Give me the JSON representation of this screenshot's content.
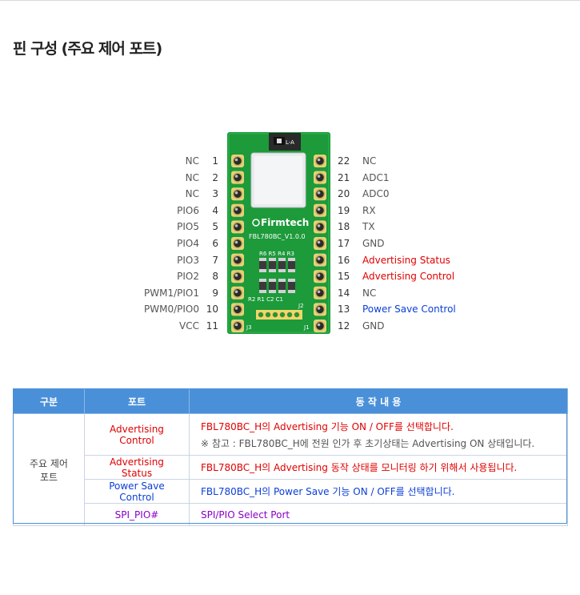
{
  "title": "핀 구성 (주요 제어 포트)",
  "pins_left": [
    {
      "name": "NC",
      "num": "1"
    },
    {
      "name": "NC",
      "num": "2"
    },
    {
      "name": "NC",
      "num": "3"
    },
    {
      "name": "PIO6",
      "num": "4"
    },
    {
      "name": "PIO5",
      "num": "5"
    },
    {
      "name": "PIO4",
      "num": "6"
    },
    {
      "name": "PIO3",
      "num": "7"
    },
    {
      "name": "PIO2",
      "num": "8"
    },
    {
      "name": "PWM1/PIO1",
      "num": "9"
    },
    {
      "name": "PWM0/PIO0",
      "num": "10"
    },
    {
      "name": "VCC",
      "num": "11"
    }
  ],
  "pins_right": [
    {
      "num": "22",
      "name": "NC"
    },
    {
      "num": "21",
      "name": "ADC1"
    },
    {
      "num": "20",
      "name": "ADC0"
    },
    {
      "num": "19",
      "name": "RX"
    },
    {
      "num": "18",
      "name": "TX"
    },
    {
      "num": "17",
      "name": "GND"
    },
    {
      "num": "16",
      "name": "Advertising Status"
    },
    {
      "num": "15",
      "name": "Advertising Control"
    },
    {
      "num": "14",
      "name": "NC"
    },
    {
      "num": "13",
      "name": "Power Save Control"
    },
    {
      "num": "12",
      "name": "GND"
    }
  ],
  "board": {
    "brand": "Firmtech",
    "model": "FBL780BC_V1.0.0",
    "label_la": "L-A",
    "resistors_top": "R6 R5 R4 R3",
    "resistors_bottom": "R2 R1 C2 C1",
    "j1": "J1",
    "j2": "J2",
    "j3": "J3"
  },
  "colors": {
    "red": "#e00000",
    "blue": "#0b3fd6",
    "purple": "#8a00c8",
    "header": "#4a90d9",
    "board": "#1d9a3a"
  },
  "table": {
    "headers": [
      "구분",
      "포트",
      "동 작 내 용"
    ],
    "group_label": "주요 제어 포트",
    "rows": [
      {
        "port": "Advertising Control",
        "desc": "FBL780BC_H의 Advertising 기능 ON / OFF를 선택합니다.",
        "note": "※ 참고 : FBL780BC_H에 전원 인가 후 초기상태는 Advertising ON 상태입니다."
      },
      {
        "port": "Advertising Status",
        "desc": "FBL780BC_H의 Advertising 동작 상태를 모니터링 하기 위해서 사용됩니다."
      },
      {
        "port": "Power Save Control",
        "desc": "FBL780BC_H의 Power Save 기능 ON / OFF를 선택합니다."
      },
      {
        "port": "SPI_PIO#",
        "desc": "SPI/PIO Select Port"
      }
    ]
  }
}
